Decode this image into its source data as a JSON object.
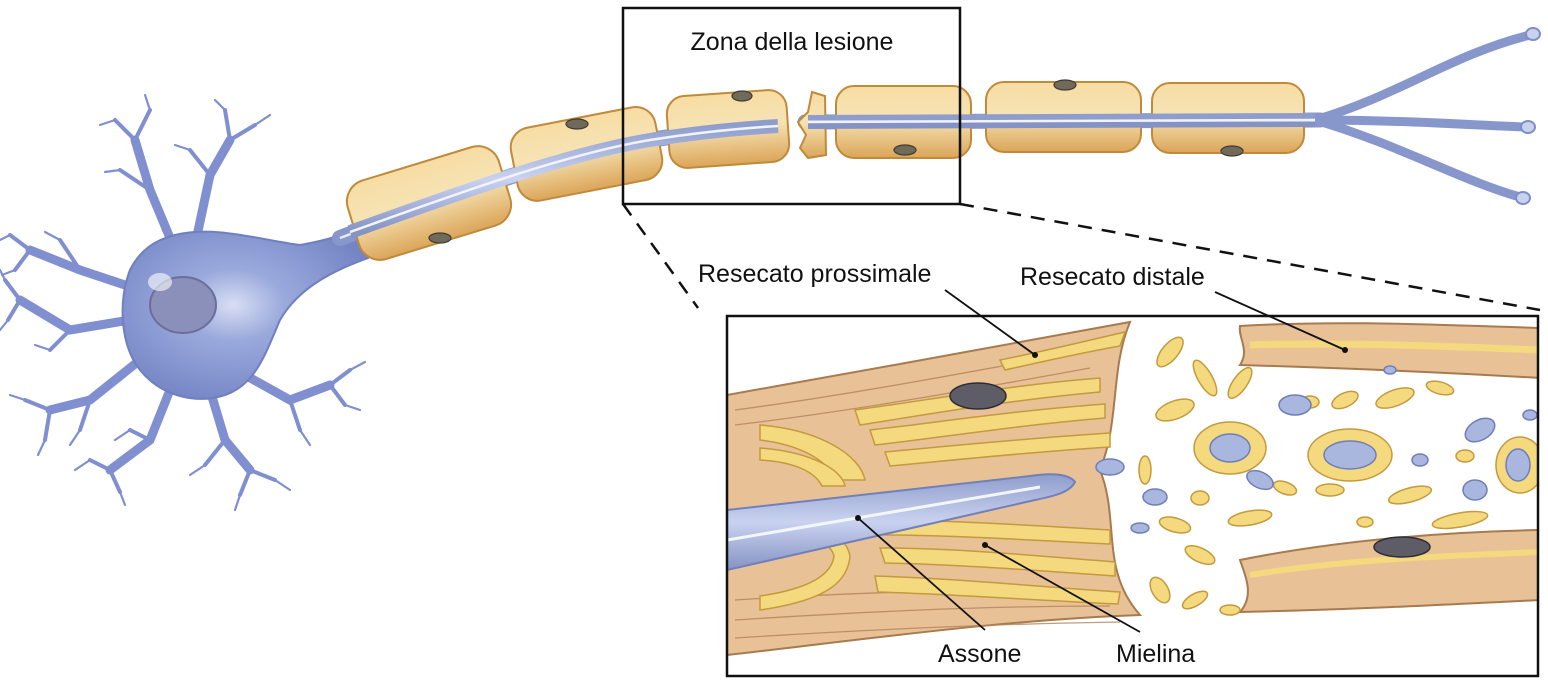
{
  "labels": {
    "injury_zone": "Zona della lesione",
    "proximal_stump": "Resecato prossimale",
    "distal_stump": "Resecato distale",
    "axon": "Assone",
    "myelin": "Mielina"
  },
  "colors": {
    "neuron_body": "#8f9fd6",
    "axon": "#a9b6dd",
    "myelin_sheath": "#f2c97a",
    "myelin_edge": "#c9953e",
    "tissue": "#e9c69a",
    "tissue_line": "#a87a4f",
    "nucleus": "#5b5f73",
    "frame": "#111111"
  }
}
